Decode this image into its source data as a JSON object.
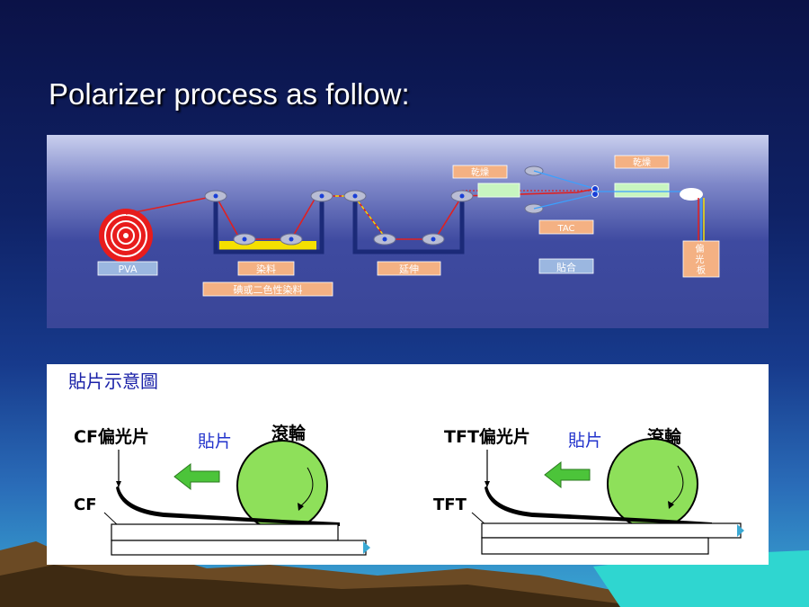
{
  "slide": {
    "title": "Polarizer process as follow:"
  },
  "process_diagram": {
    "labels": {
      "pva": "PVA",
      "dye": "染料",
      "dye_note": "碘或二色性染料",
      "stretch": "延伸",
      "dry_left": "乾燥",
      "dry_right": "乾燥",
      "tac": "TAC",
      "laminate": "貼合",
      "polarizer_plate": "偏光板"
    }
  },
  "attach_diagram": {
    "title": "貼片示意圖",
    "left": {
      "polarizer_label": "CF偏光片",
      "attach_label": "貼片",
      "roller_label": "滾輪",
      "substrate_label": "CF"
    },
    "right": {
      "polarizer_label": "TFT偏光片",
      "attach_label": "貼片",
      "roller_label": "滾輪",
      "substrate_label": "TFT"
    }
  },
  "colors": {
    "label_box": "#f4b183",
    "label_box_blue": "#9bb7e0",
    "roller_green": "#8ee05a",
    "arrow_green": "#4cc43a",
    "red_line": "#e02020",
    "tank_yellow": "#f5e000",
    "dryer_green": "#c8f5c0"
  }
}
